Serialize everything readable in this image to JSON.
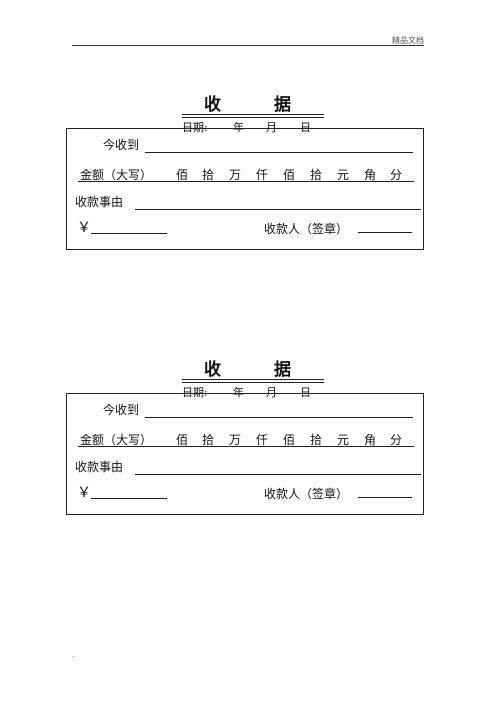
{
  "page_header": "精品文档",
  "footer_mark": ".",
  "receipts": [
    {
      "title_chars": [
        "收",
        "据"
      ],
      "date": {
        "label": "日期:",
        "year": "年",
        "month": "月",
        "day": "日"
      },
      "received_from_label": "今收到",
      "amount_label": "金额（大写）",
      "units": [
        "佰",
        "拾",
        "万",
        "仟",
        "佰",
        "拾",
        "元",
        "角",
        "分"
      ],
      "reason_label": "收款事由",
      "currency_symbol": "￥",
      "payee_label": "收款人（签章）"
    },
    {
      "title_chars": [
        "收",
        "据"
      ],
      "date": {
        "label": "日期:",
        "year": "年",
        "month": "月",
        "day": "日"
      },
      "received_from_label": "今收到",
      "amount_label": "金额（大写）",
      "units": [
        "佰",
        "拾",
        "万",
        "仟",
        "佰",
        "拾",
        "元",
        "角",
        "分"
      ],
      "reason_label": "收款事由",
      "currency_symbol": "￥",
      "payee_label": "收款人（签章）"
    }
  ]
}
